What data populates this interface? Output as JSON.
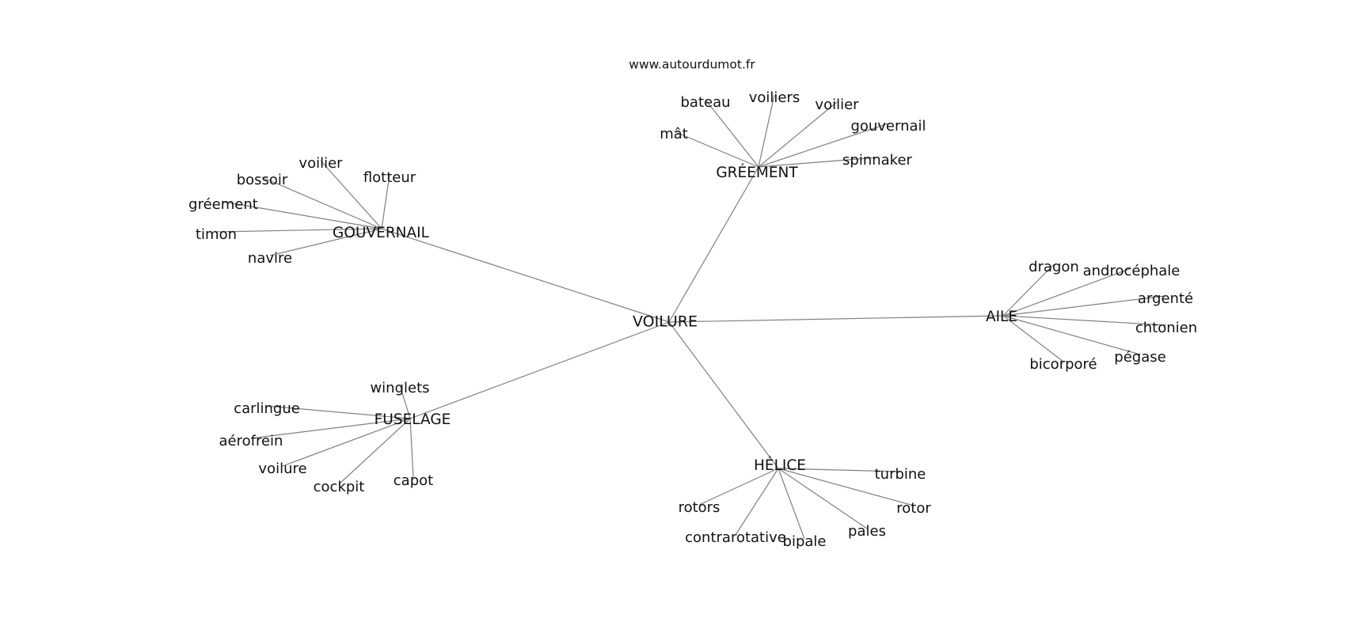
{
  "site": "www.autourdumot.fr",
  "center": "VOILURE",
  "hubs": [
    {
      "label": "GRÉEMENT",
      "leaves": [
        "bateau",
        "voiliers",
        "voilier",
        "gouvernail",
        "spinnaker",
        "mât"
      ]
    },
    {
      "label": "GOUVERNAIL",
      "leaves": [
        "voilier",
        "bossoir",
        "flotteur",
        "gréement",
        "timon",
        "navire"
      ]
    },
    {
      "label": "AILE",
      "leaves": [
        "dragon",
        "androcéphale",
        "argenté",
        "chtonien",
        "pégase",
        "bicorporé"
      ]
    },
    {
      "label": "FUSELAGE",
      "leaves": [
        "winglets",
        "carlingue",
        "aérofrein",
        "voilure",
        "cockpit",
        "capot"
      ]
    },
    {
      "label": "HÉLICE",
      "leaves": [
        "turbine",
        "rotor",
        "pales",
        "bipale",
        "contrarotative",
        "rotors"
      ]
    }
  ]
}
